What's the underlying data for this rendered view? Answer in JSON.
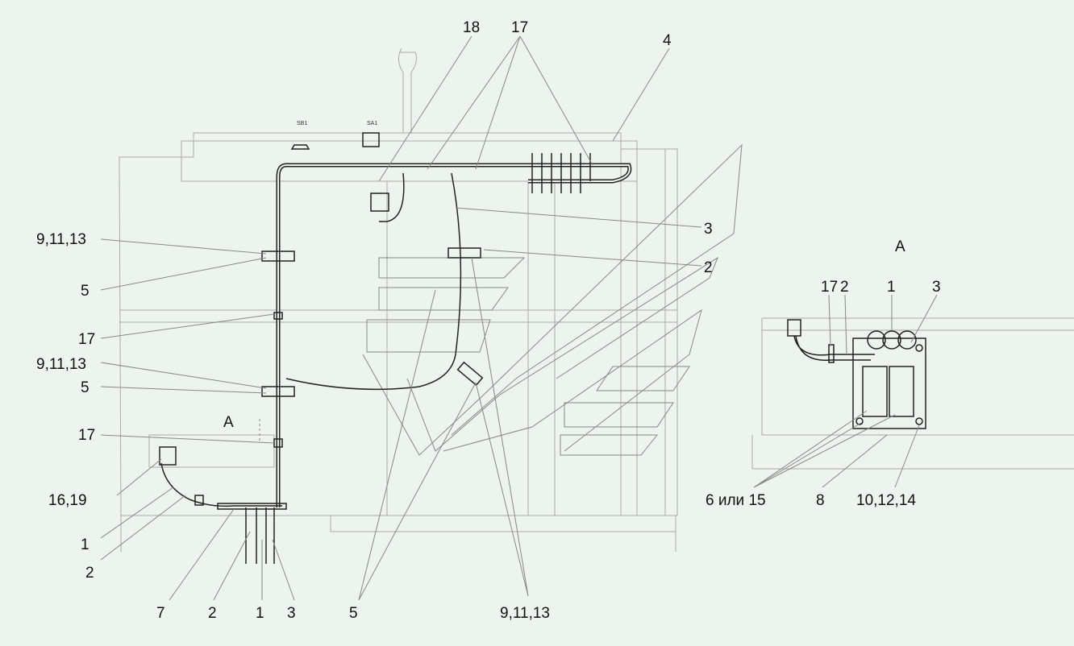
{
  "main_view": {
    "component_labels": {
      "sb1": "SB1",
      "sa1": "SA1"
    },
    "view_marker": "A",
    "callouts": {
      "c18": "18",
      "c17_top": "17",
      "c4": "4",
      "c3": "3",
      "c2": "2",
      "c9_upper": "9,11,13",
      "c5_upper": "5",
      "c17_mid": "17",
      "c9_lower": "9,11,13",
      "c5_lower": "5",
      "c17_low": "17",
      "c16": "16,19",
      "c1_left": "1",
      "c2_left": "2",
      "c7": "7",
      "c2_bottom": "2",
      "c1_bottom": "1",
      "c3_bottom": "3",
      "c5_bottom": "5",
      "c9_bottom": "9,11,13"
    }
  },
  "detail_view": {
    "title": "A",
    "callouts": {
      "c17": "17",
      "c2": "2",
      "c1": "1",
      "c3": "3",
      "c6": "6 или 15",
      "c8": "8",
      "c10": "10,12,14"
    }
  }
}
